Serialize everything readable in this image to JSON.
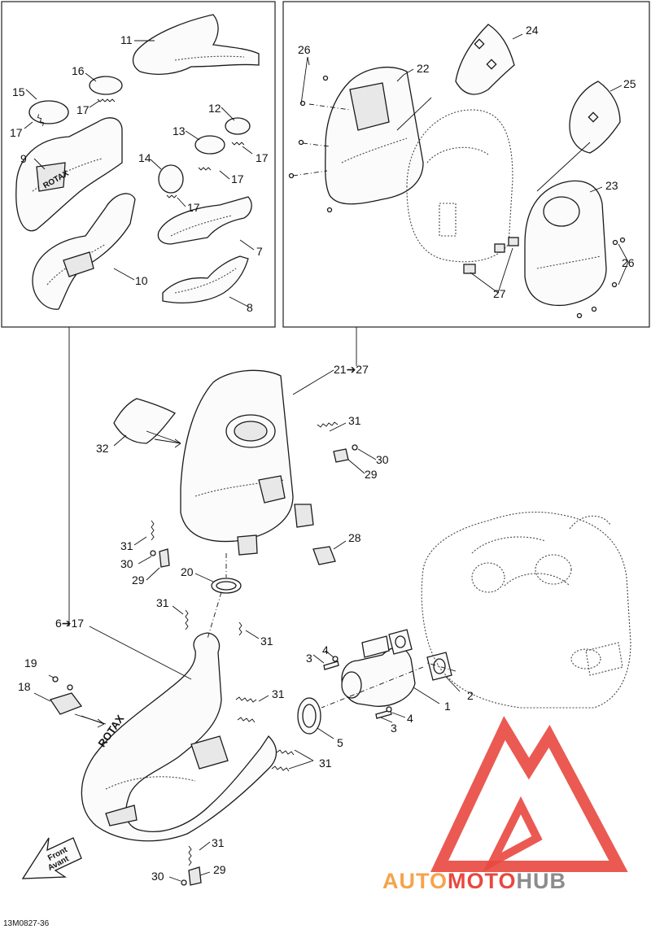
{
  "diagram": {
    "reference_code": "13M0827-36",
    "direction_label": {
      "line1": "Front",
      "line2": "Avant"
    },
    "watermark": {
      "part1": "AUTO",
      "part2": "MOTO",
      "part3": "HUB"
    },
    "callouts": {
      "c11": "11",
      "c16": "16",
      "c15": "15",
      "c17a": "17",
      "c17b": "17",
      "c9": "9",
      "c12": "12",
      "c13": "13",
      "c17c": "17",
      "c17d": "17",
      "c14": "14",
      "c17e": "17",
      "c7": "7",
      "c10": "10",
      "c8": "8",
      "c26a": "26",
      "c22": "22",
      "c24": "24",
      "c25": "25",
      "c23": "23",
      "c26b": "26",
      "c27": "27",
      "c21": "21➔27",
      "c31a": "31",
      "c32": "32",
      "c30a": "30",
      "c29a": "29",
      "c31b": "31",
      "c30b": "30",
      "c29b": "29",
      "c28": "28",
      "c20": "20",
      "c31c": "31",
      "c31d": "31",
      "c6": "6➔17",
      "c4a": "4",
      "c3a": "3",
      "c19": "19",
      "c18": "18",
      "c31e": "31",
      "c2": "2",
      "c1": "1",
      "c4b": "4",
      "c3b": "3",
      "c5": "5",
      "c31f": "31",
      "c31g": "31",
      "c30c": "30",
      "c29c": "29"
    },
    "colors": {
      "watermark_red": "#e8483f",
      "watermark_orange": "#f6a34a",
      "watermark_gray": "#8c8c8c"
    }
  }
}
